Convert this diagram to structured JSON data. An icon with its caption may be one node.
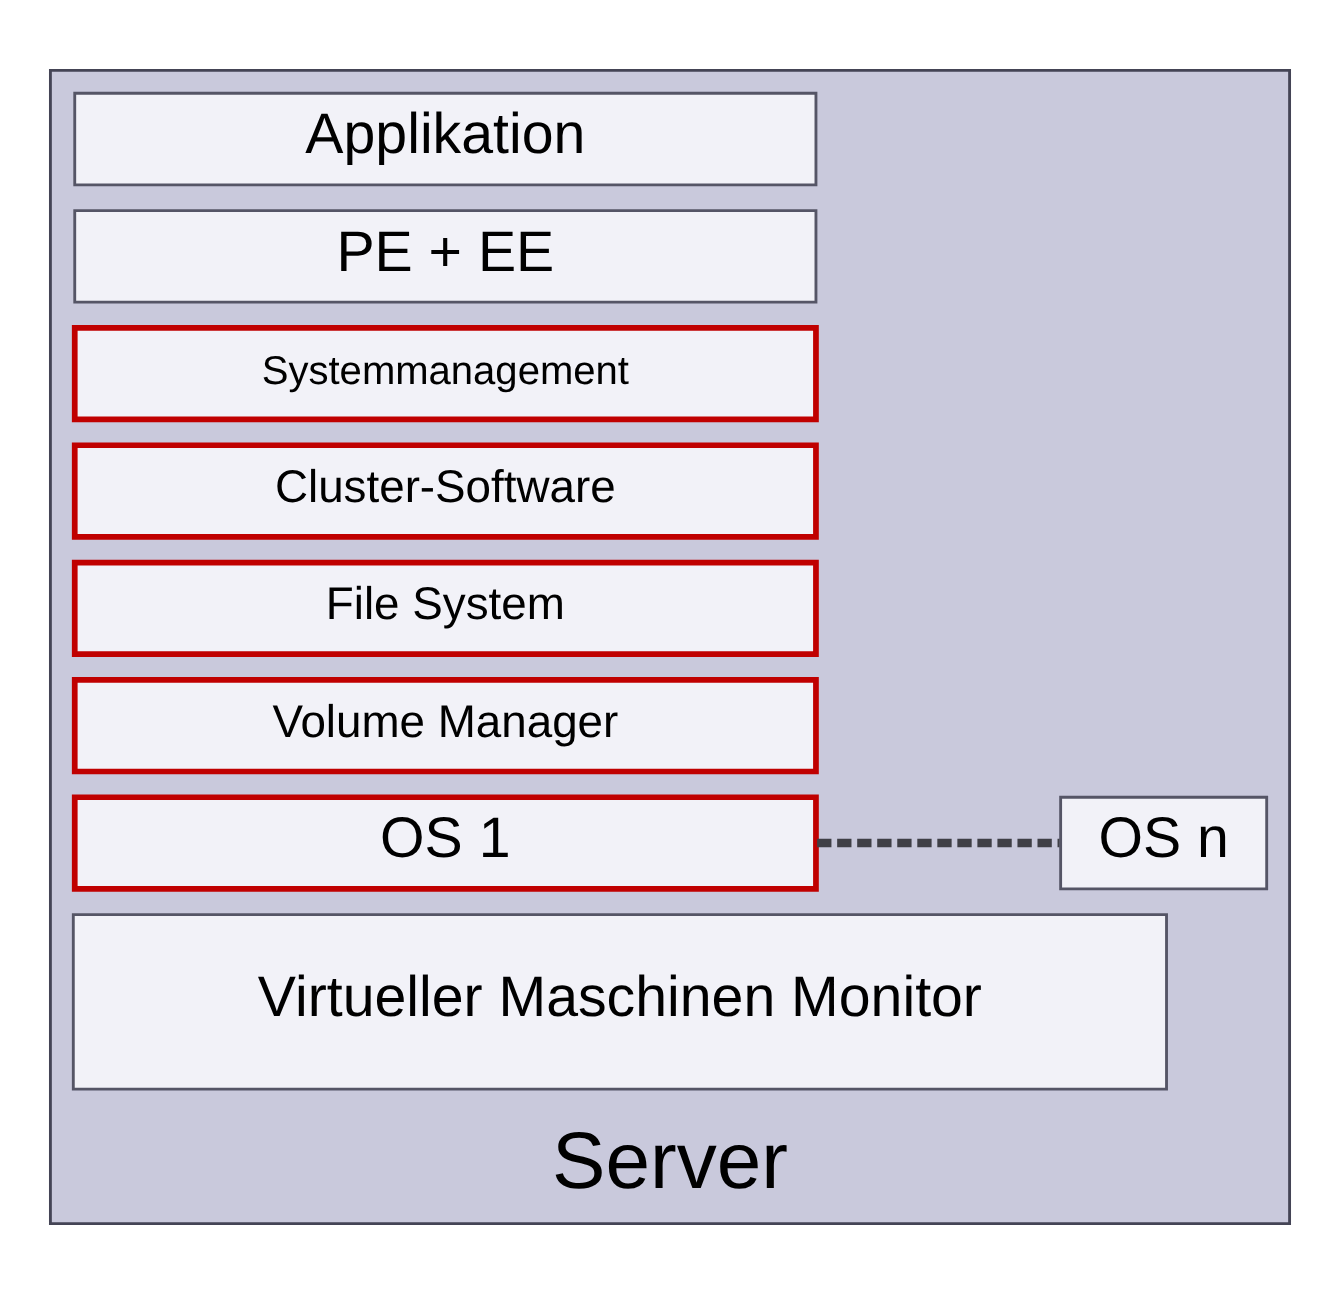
{
  "diagram": {
    "nodes": [
      {
        "text": [
          "Server"
        ]
      },
      {
        "text": [
          "Applikation"
        ],
        "in": 0
      },
      {
        "text": [
          "PE + EE"
        ],
        "in": 0
      },
      {
        "text": [
          "Systemmanagement"
        ],
        "in": 0
      },
      {
        "text": [
          "Cluster-Software"
        ],
        "in": 0
      },
      {
        "text": [
          "File System"
        ],
        "in": 0
      },
      {
        "text": [
          "Volume Manager"
        ],
        "in": 0
      },
      {
        "text": [
          "OS 1"
        ],
        "in": 0
      },
      {
        "text": [
          "OS n"
        ],
        "in": 0
      },
      {
        "text": [
          "Virtueller Maschinen Monitor"
        ],
        "in": 0
      }
    ],
    "edges": [
      {
        "from": 7,
        "to": 8,
        "arrow": "none",
        "style": "dashed",
        "color": "#3f3f46"
      }
    ]
  }
}
